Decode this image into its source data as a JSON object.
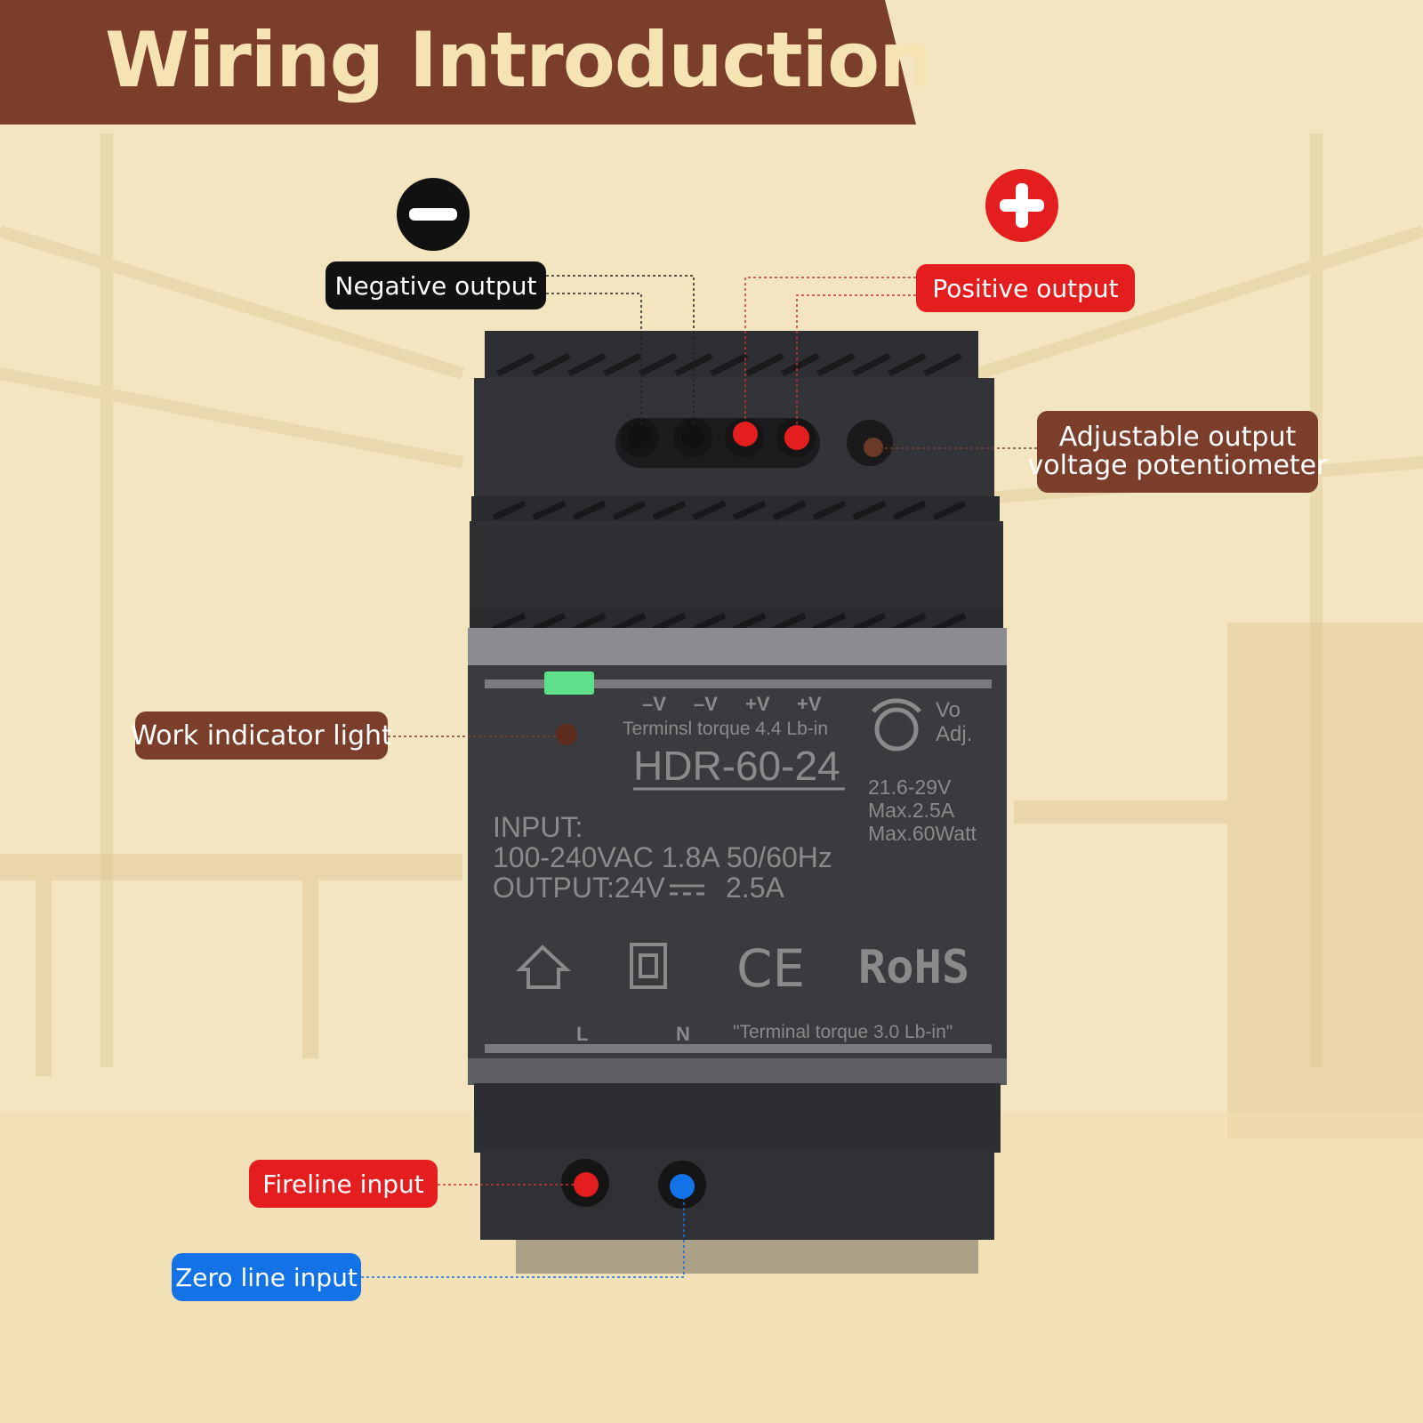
{
  "title": "Wiring Introduction",
  "labels": {
    "negative": "Negative output",
    "positive": "Positive output",
    "potentiometer_line1": "Adjustable output",
    "potentiometer_line2": "voltage potentiometer",
    "indicator": "Work indicator light",
    "fireline": "Fireline input",
    "zero": "Zero line input"
  },
  "device": {
    "terminals_top": [
      "–V",
      "–V",
      "+V",
      "+V"
    ],
    "torque_top": "Terminsl torque 4.4 Lb-in",
    "model": "HDR-60-24",
    "vo": "Vo",
    "adj": "Adj.",
    "range": "21.6-29V",
    "max_current": "Max.2.5A",
    "max_power": "Max.60Watt",
    "input_label": "INPUT:",
    "input_spec": "100-240VAC 1.8A  50/60Hz",
    "output_spec": "OUTPUT:24V",
    "output_current": "2.5A",
    "ce": "CE",
    "rohs": "RoHS",
    "terminal_l": "L",
    "terminal_n": "N",
    "torque_bottom": "\"Terminal torque 3.0 Lb-in\""
  },
  "colors": {
    "banner": "#7a3e2a",
    "title_text": "#f6e3b3",
    "negative": "#111111",
    "positive": "#e41e1e",
    "zero_line": "#1373e6",
    "indicator_led": "#5fe08a"
  },
  "icons": [
    "minus-icon",
    "plus-icon",
    "home-icon",
    "double-insulation-icon",
    "knob-icon"
  ]
}
